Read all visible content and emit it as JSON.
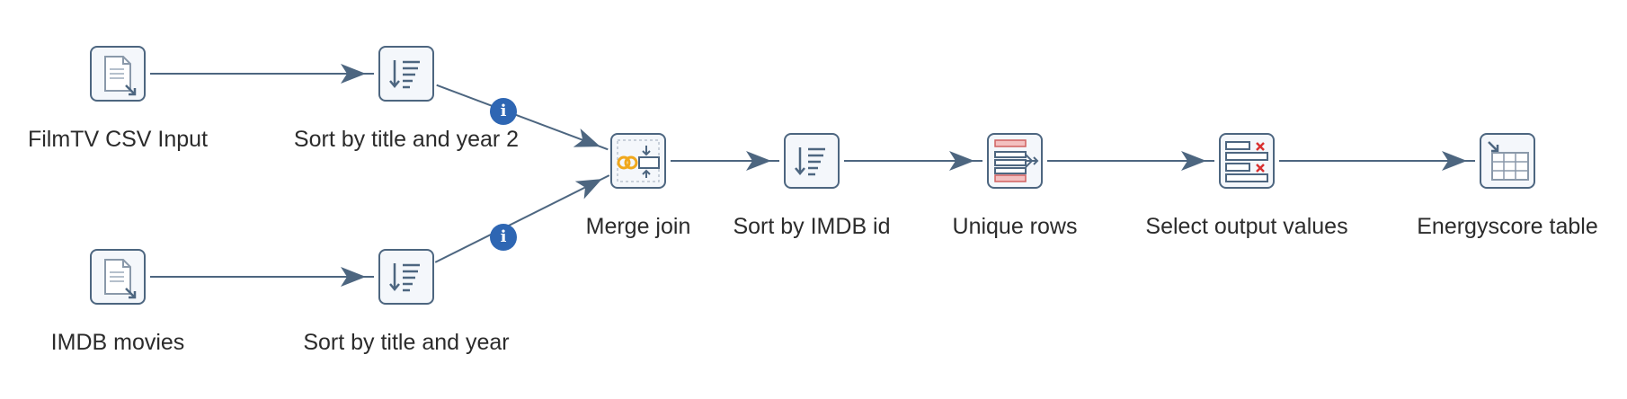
{
  "diagram": {
    "steps": [
      {
        "id": "filmtv-csv-input",
        "label": "FilmTV CSV Input",
        "icon": "csv-input-icon"
      },
      {
        "id": "imdb-movies",
        "label": "IMDB movies",
        "icon": "csv-input-icon"
      },
      {
        "id": "sort-by-title-and-year-2",
        "label": "Sort by title and year 2",
        "icon": "sort-rows-icon"
      },
      {
        "id": "sort-by-title-and-year",
        "label": "Sort by title and year",
        "icon": "sort-rows-icon"
      },
      {
        "id": "merge-join",
        "label": "Merge join",
        "icon": "merge-join-icon"
      },
      {
        "id": "sort-by-imdb-id",
        "label": "Sort by IMDB id",
        "icon": "sort-rows-icon"
      },
      {
        "id": "unique-rows",
        "label": "Unique rows",
        "icon": "unique-rows-icon"
      },
      {
        "id": "select-output-values",
        "label": "Select output values",
        "icon": "select-values-icon"
      },
      {
        "id": "energyscore-table",
        "label": "Energyscore table",
        "icon": "table-output-icon"
      }
    ],
    "hops": [
      {
        "from": "filmtv-csv-input",
        "to": "sort-by-title-and-year-2"
      },
      {
        "from": "imdb-movies",
        "to": "sort-by-title-and-year"
      },
      {
        "from": "sort-by-title-and-year-2",
        "to": "merge-join",
        "info_badge": "i"
      },
      {
        "from": "sort-by-title-and-year",
        "to": "merge-join",
        "info_badge": "i"
      },
      {
        "from": "merge-join",
        "to": "sort-by-imdb-id"
      },
      {
        "from": "sort-by-imdb-id",
        "to": "unique-rows"
      },
      {
        "from": "unique-rows",
        "to": "select-output-values"
      },
      {
        "from": "select-output-values",
        "to": "energyscore-table"
      }
    ],
    "colors": {
      "line": "#4d6680",
      "info": "#2e66b3",
      "merge_icon": "#f0a81c",
      "select_x": "#d93030"
    }
  }
}
